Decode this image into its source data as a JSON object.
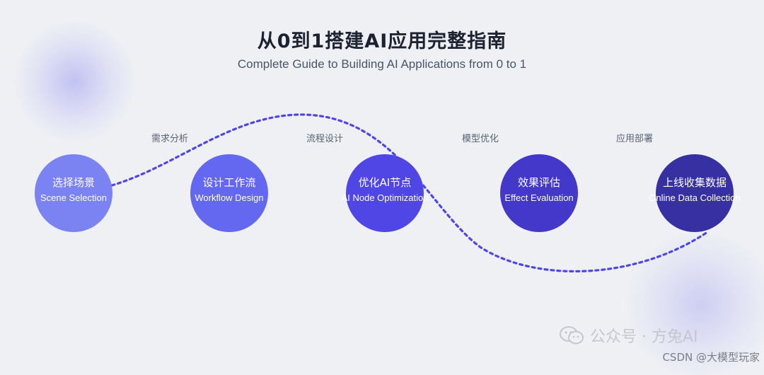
{
  "title": "从0到1搭建AI应用完整指南",
  "subtitle": "Complete Guide to Building AI Applications from 0 to 1",
  "phases": [
    "需求分析",
    "流程设计",
    "模型优化",
    "应用部署"
  ],
  "steps": [
    {
      "zh": "选择场景",
      "en": "Scene Selection",
      "color": "#7b83f2"
    },
    {
      "zh": "设计工作流",
      "en": "Workflow Design",
      "color": "#6467ef"
    },
    {
      "zh": "优化AI节点",
      "en": "AI Node Optimization",
      "color": "#4f46e5"
    },
    {
      "zh": "效果评估",
      "en": "Effect Evaluation",
      "color": "#4338ca"
    },
    {
      "zh": "上线收集数据",
      "en": "Online Data Collection",
      "color": "#3730a3"
    }
  ],
  "path_color": "#4f46e5",
  "watermark": "公众号 · 方兔AI",
  "csdn": "CSDN @大模型玩家"
}
